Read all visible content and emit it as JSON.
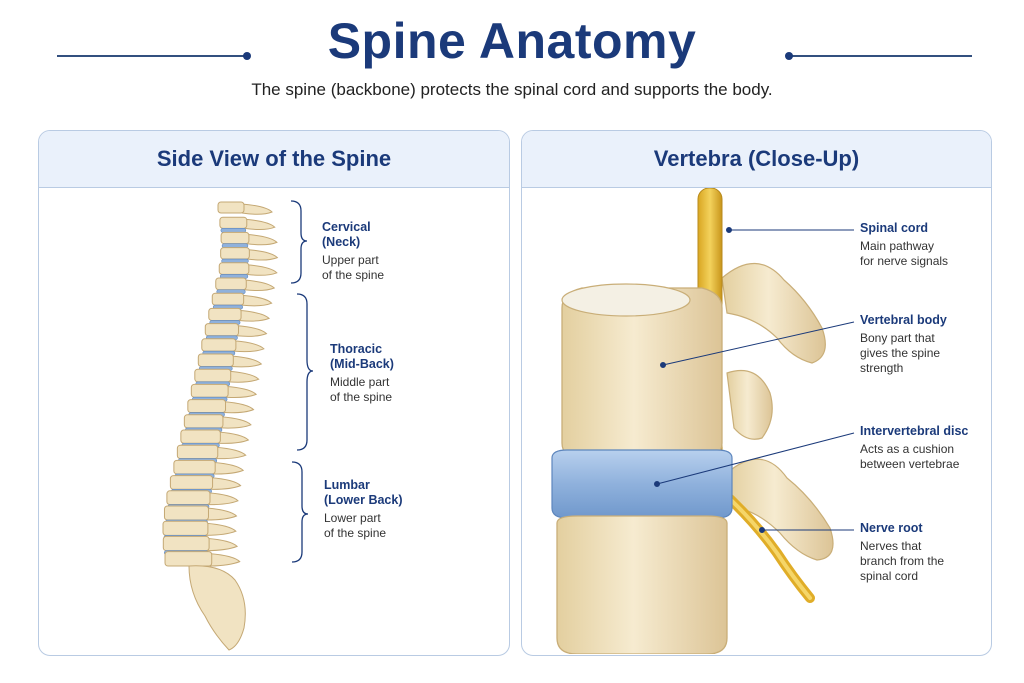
{
  "header": {
    "title": "Spine Anatomy",
    "subtitle": "The spine (backbone) protects the spinal cord and supports the body."
  },
  "side_panel": {
    "title": "Side View of the Spine",
    "regions": [
      {
        "name_line1": "Cervical",
        "name_line2": "(Neck)",
        "desc_line1": "Upper part",
        "desc_line2": "of the spine"
      },
      {
        "name_line1": "Thoracic",
        "name_line2": "(Mid-Back)",
        "desc_line1": "Middle part",
        "desc_line2": "of the spine"
      },
      {
        "name_line1": "Lumbar",
        "name_line2": "(Lower Back)",
        "desc_line1": "Lower part",
        "desc_line2": "of the spine"
      }
    ]
  },
  "vertebra_panel": {
    "title": "Vertebra (Close-Up)",
    "labels": [
      {
        "name": "Spinal cord",
        "desc_line1": "Main pathway",
        "desc_line2": "for nerve signals",
        "desc_line3": ""
      },
      {
        "name": "Vertebral body",
        "desc_line1": "Bony part that",
        "desc_line2": "gives the spine",
        "desc_line3": "strength"
      },
      {
        "name": "Intervertebral disc",
        "desc_line1": "Acts as a cushion",
        "desc_line2": "between vertebrae",
        "desc_line3": ""
      },
      {
        "name": "Nerve root",
        "desc_line1": "Nerves that",
        "desc_line2": "branch from the",
        "desc_line3": "spinal cord"
      }
    ]
  },
  "colors": {
    "title": "#1b3a7a",
    "bone": "#f1e3c2",
    "disc": "#8fb1dc",
    "nerve": "#e6b92e",
    "panel_header": "#eaf1fb"
  }
}
